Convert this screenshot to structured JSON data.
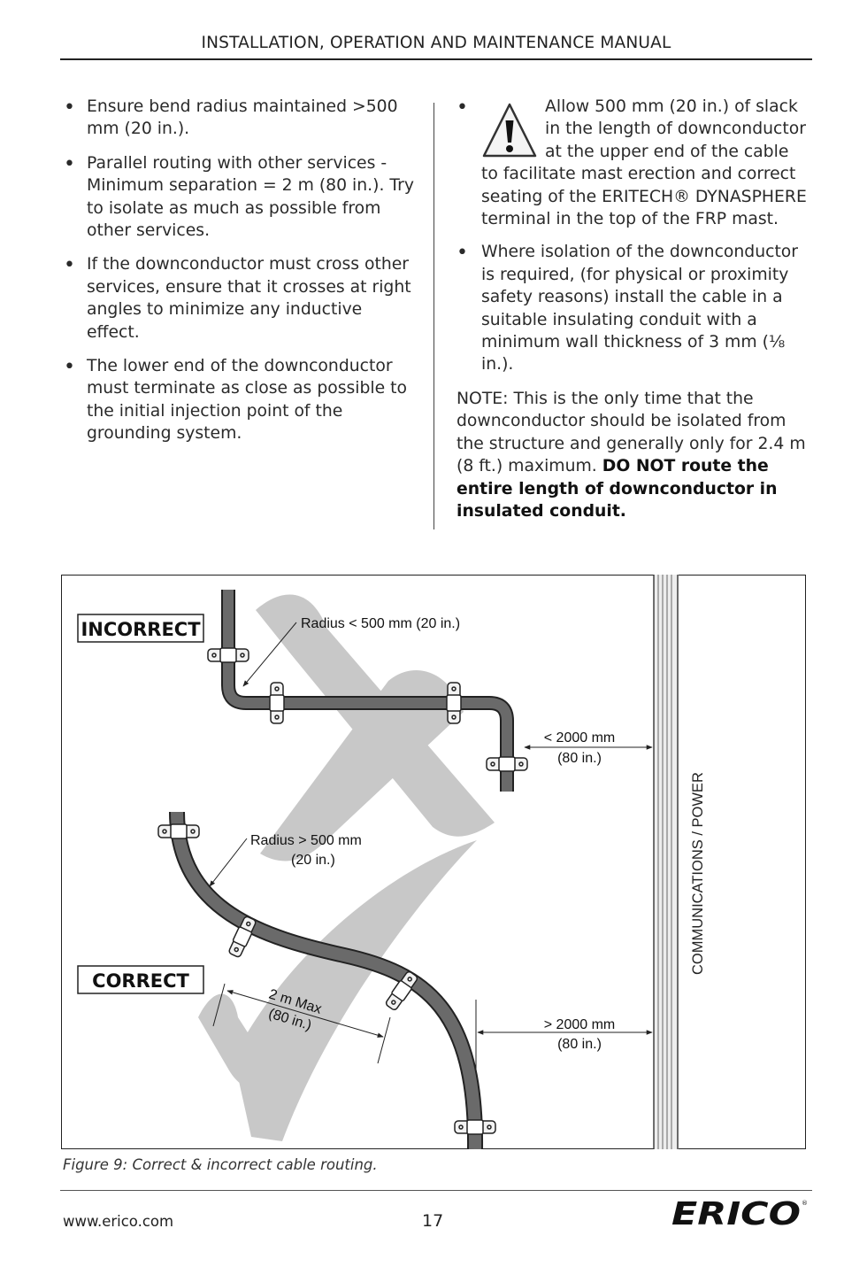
{
  "header": {
    "title": "INSTALLATION, OPERATION AND MAINTENANCE MANUAL"
  },
  "left_column": {
    "bullets": [
      "Ensure bend radius maintained >500 mm (20 in.).",
      "Parallel routing with other services - Minimum separation = 2 m (80 in.).  Try to isolate as much as possible from other services.",
      "If the downconductor must cross other services, ensure that it crosses at right angles to minimize any inductive effect.",
      "The lower end of the downconductor must terminate as close as possible to the initial injection point of the grounding system."
    ]
  },
  "right_column": {
    "warning_text": "Allow 500 mm (20 in.) of slack in the length of downconductor at the upper end of the cable to facilitate mast erection and correct seating of the ERITECH® DYNASPHERE terminal in the top of the FRP mast.",
    "bullet2": "Where isolation of the downconductor is required, (for physical or proximity safety reasons) install the cable in a suitable insulating conduit with a minimum wall thickness of 3 mm (⅛ in.).",
    "note_plain": "NOTE: This is the only time that the downconductor should be isolated from the structure and generally only for 2.4 m (8 ft.) maximum. ",
    "note_bold": "DO NOT route the entire length of downconductor in insulated conduit."
  },
  "figure": {
    "incorrect_label": "INCORRECT",
    "correct_label": "CORRECT",
    "radius_small": "Radius < 500 mm (20 in.)",
    "radius_large_1": "Radius > 500 mm",
    "radius_large_2": "(20 in.)",
    "dist_less_1": "< 2000 mm",
    "dist_less_2": "(80 in.)",
    "dist_more_1": "> 2000 mm",
    "dist_more_2": "(80 in.)",
    "max_1": "2 m Max",
    "max_2": "(80 in.)",
    "services_label": "COMMUNICATIONS / POWER",
    "caption": "Figure 9: Correct & incorrect cable routing."
  },
  "footer": {
    "url": "www.erico.com",
    "page": "17",
    "logo_text": "ERICO"
  }
}
